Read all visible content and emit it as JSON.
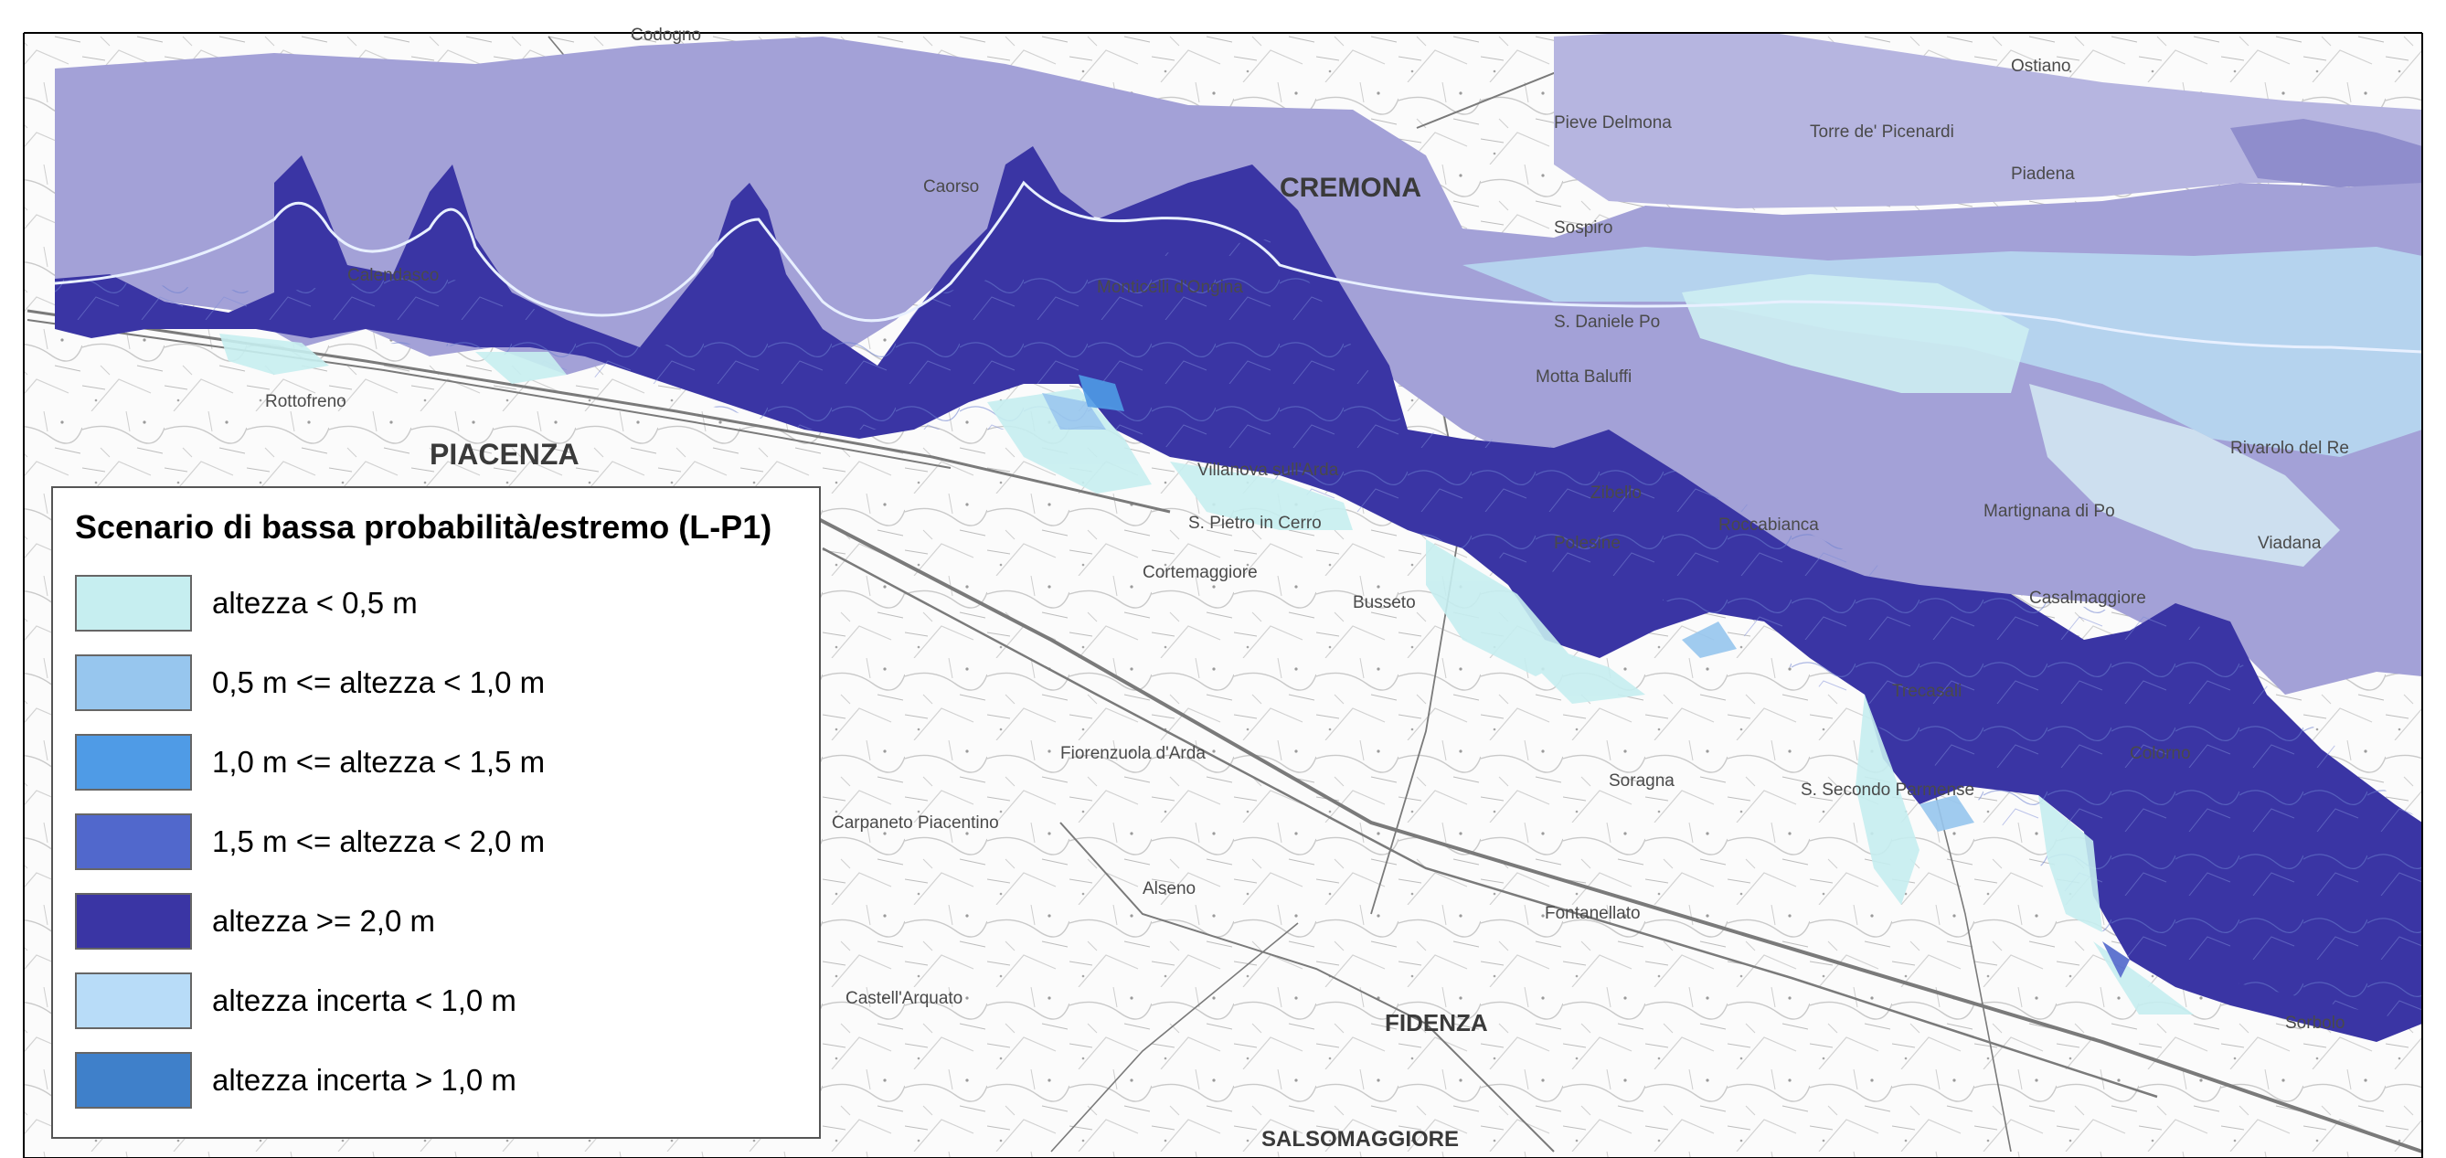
{
  "legend": {
    "title": "Scenario di bassa probabilità/estremo (L-P1)",
    "items": [
      {
        "label": "altezza < 0,5 m",
        "color": "#c6eef0"
      },
      {
        "label": "0,5 m <= altezza < 1,0 m",
        "color": "#97c6ee"
      },
      {
        "label": "1,0 m <= altezza < 1,5 m",
        "color": "#4f9be6"
      },
      {
        "label": "1,5 m <= altezza < 2,0 m",
        "color": "#5168cc"
      },
      {
        "label": "altezza >= 2,0 m",
        "color": "#3a35a4"
      },
      {
        "label": "altezza incerta < 1,0 m",
        "color": "#b8dcf8"
      },
      {
        "label": "altezza incerta > 1,0 m",
        "color": "#3f80ca"
      }
    ]
  },
  "places": {
    "piacenza": "PIACENZA",
    "cremona": "CREMONA",
    "fidenza": "FIDENZA",
    "salsomaggiore": "SALSOMAGGIORE",
    "codogno": "Codogno",
    "rottofreno": "Rottofreno",
    "caorso": "Caorso",
    "monticelli": "Monticelli d'Ongina",
    "villanova": "Villanova sull'Arda",
    "cortemaggiore": "Cortemaggiore",
    "busseto": "Busseto",
    "fiorenzuola": "Fiorenzuola d'Arda",
    "fontanellato": "Fontanellato",
    "roccabianca": "Roccabianca",
    "zibello": "Zibello",
    "polesine": "Polesine",
    "soragna": "Soragna",
    "trecasali": "Trecasali",
    "colorno": "Colorno",
    "sorbolo": "Sorbolo",
    "casalmaggiore": "Casalmaggiore",
    "san_secondo": "S. Secondo Parmense",
    "castellarquato": "Castell'Arquato",
    "carpaneto": "Carpaneto Piacentino",
    "alseno": "Alseno",
    "pieve_delmona": "Pieve Delmona",
    "sospiro": "Sospiro",
    "piadena": "Piadena",
    "calendasco": "Calendasco",
    "san_pietro": "S. Pietro in Cerro",
    "torre_picenardi": "Torre de' Picenardi",
    "ostiano": "Ostiano",
    "motta_baluffi": "Motta Baluffi",
    "san_daniele": "S. Daniele Po",
    "martignana": "Martignana di Po",
    "rivarolo": "Rivarolo del Re",
    "viadana": "Viadana"
  }
}
